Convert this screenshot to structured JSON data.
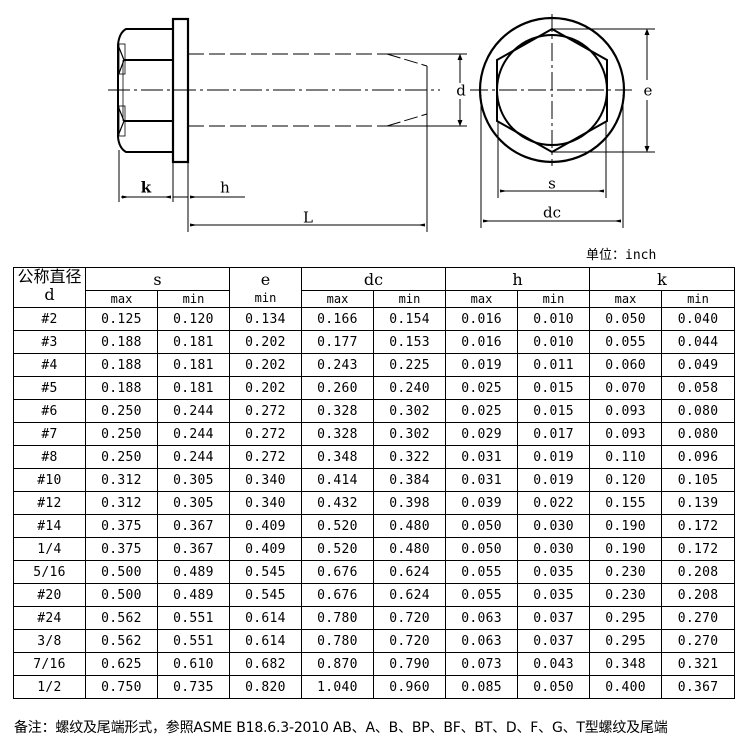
{
  "drawing": {
    "labels": {
      "k": "k",
      "h": "h",
      "L": "L",
      "d_side": "d",
      "d_end": "d",
      "e": "e",
      "s": "s",
      "dc": "dc"
    }
  },
  "unit_label": "单位：inch",
  "table": {
    "header": {
      "nominal_top": "公称直径",
      "nominal_bottom": "d",
      "groups": [
        {
          "symbol": "s",
          "subs": [
            "max",
            "min"
          ]
        },
        {
          "symbol": "e",
          "subs": [
            "min"
          ]
        },
        {
          "symbol": "dc",
          "subs": [
            "max",
            "min"
          ]
        },
        {
          "symbol": "h",
          "subs": [
            "max",
            "min"
          ]
        },
        {
          "symbol": "k",
          "subs": [
            "max",
            "min"
          ]
        }
      ]
    },
    "rows": [
      [
        "#2",
        "0.125",
        "0.120",
        "0.134",
        "0.166",
        "0.154",
        "0.016",
        "0.010",
        "0.050",
        "0.040"
      ],
      [
        "#3",
        "0.188",
        "0.181",
        "0.202",
        "0.177",
        "0.153",
        "0.016",
        "0.010",
        "0.055",
        "0.044"
      ],
      [
        "#4",
        "0.188",
        "0.181",
        "0.202",
        "0.243",
        "0.225",
        "0.019",
        "0.011",
        "0.060",
        "0.049"
      ],
      [
        "#5",
        "0.188",
        "0.181",
        "0.202",
        "0.260",
        "0.240",
        "0.025",
        "0.015",
        "0.070",
        "0.058"
      ],
      [
        "#6",
        "0.250",
        "0.244",
        "0.272",
        "0.328",
        "0.302",
        "0.025",
        "0.015",
        "0.093",
        "0.080"
      ],
      [
        "#7",
        "0.250",
        "0.244",
        "0.272",
        "0.328",
        "0.302",
        "0.029",
        "0.017",
        "0.093",
        "0.080"
      ],
      [
        "#8",
        "0.250",
        "0.244",
        "0.272",
        "0.348",
        "0.322",
        "0.031",
        "0.019",
        "0.110",
        "0.096"
      ],
      [
        "#10",
        "0.312",
        "0.305",
        "0.340",
        "0.414",
        "0.384",
        "0.031",
        "0.019",
        "0.120",
        "0.105"
      ],
      [
        "#12",
        "0.312",
        "0.305",
        "0.340",
        "0.432",
        "0.398",
        "0.039",
        "0.022",
        "0.155",
        "0.139"
      ],
      [
        "#14",
        "0.375",
        "0.367",
        "0.409",
        "0.520",
        "0.480",
        "0.050",
        "0.030",
        "0.190",
        "0.172"
      ],
      [
        "1/4",
        "0.375",
        "0.367",
        "0.409",
        "0.520",
        "0.480",
        "0.050",
        "0.030",
        "0.190",
        "0.172"
      ],
      [
        "5/16",
        "0.500",
        "0.489",
        "0.545",
        "0.676",
        "0.624",
        "0.055",
        "0.035",
        "0.230",
        "0.208"
      ],
      [
        "#20",
        "0.500",
        "0.489",
        "0.545",
        "0.676",
        "0.624",
        "0.055",
        "0.035",
        "0.230",
        "0.208"
      ],
      [
        "#24",
        "0.562",
        "0.551",
        "0.614",
        "0.780",
        "0.720",
        "0.063",
        "0.037",
        "0.295",
        "0.270"
      ],
      [
        "3/8",
        "0.562",
        "0.551",
        "0.614",
        "0.780",
        "0.720",
        "0.063",
        "0.037",
        "0.295",
        "0.270"
      ],
      [
        "7/16",
        "0.625",
        "0.610",
        "0.682",
        "0.870",
        "0.790",
        "0.073",
        "0.043",
        "0.348",
        "0.321"
      ],
      [
        "1/2",
        "0.750",
        "0.735",
        "0.820",
        "1.040",
        "0.960",
        "0.085",
        "0.050",
        "0.400",
        "0.367"
      ]
    ]
  },
  "note": "备注：螺纹及尾端形式，参照ASME B18.6.3-2010 AB、A、B、BP、BF、BT、D、F、G、T型螺纹及尾端"
}
